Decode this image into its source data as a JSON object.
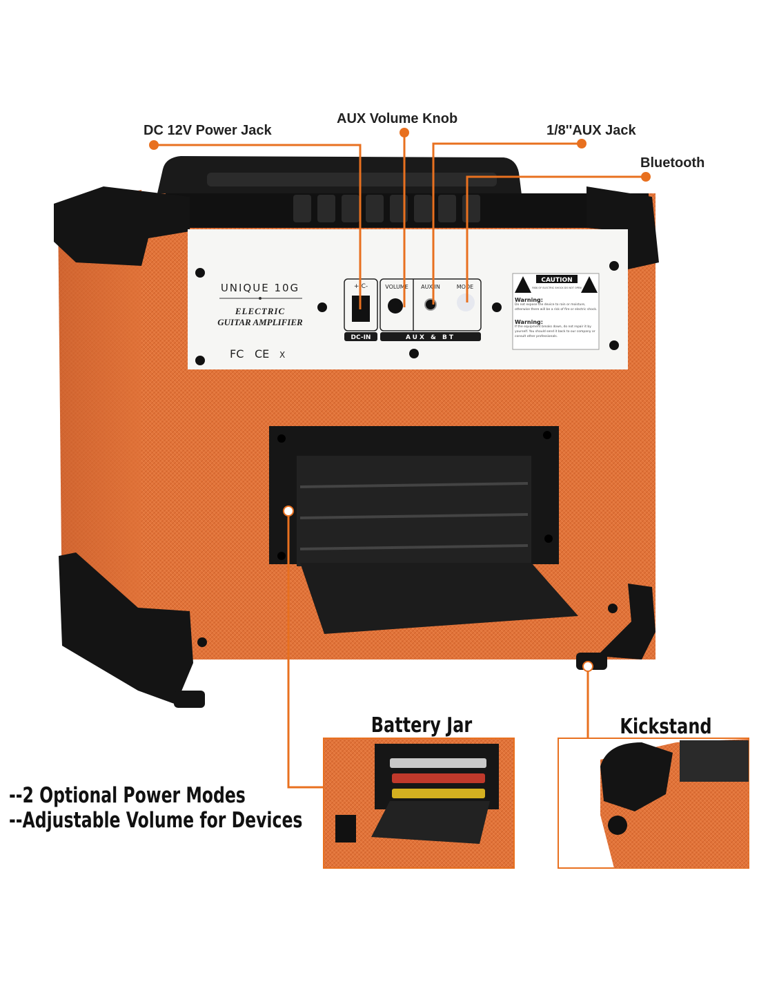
{
  "callouts": {
    "dc_jack": "DC 12V Power Jack",
    "aux_knob": "AUX Volume Knob",
    "aux_jack": "1/8''AUX Jack",
    "bluetooth": "Bluetooth"
  },
  "panel": {
    "model": "UNIQUE 10G",
    "subtitle_1": "ELECTRIC",
    "subtitle_2": "GUITAR AMPLIFIER",
    "certifications": [
      "FC",
      "CE",
      "X"
    ],
    "dc_in_label": "DC-IN",
    "dc_polarity": "+-C-",
    "volume_label": "VOLUME",
    "aux_in_label": "AUX IN",
    "mode_label": "MODE",
    "aux_bt_label": "AUX & BT",
    "caution_title": "CAUTION",
    "caution_sub": "RISK OF ELECTRIC SHOCK DO NOT OPEN",
    "warning_1_title": "Warning:",
    "warning_1": "Do not expose the device to rain or moisture, otherwise there will be a risk of fire or electric shock.",
    "warning_2_title": "Warning:",
    "warning_2": "If the equipment breaks down, do not repair it by yourself. You should send it back to our company or consult other professionals."
  },
  "insets": {
    "battery_title": "Battery Jar",
    "kickstand_title": "Kickstand"
  },
  "features": [
    "--2 Optional Power Modes",
    "--Adjustable Volume for Devices"
  ],
  "colors": {
    "accent": "#e8701f",
    "tolex": "#e2743a"
  }
}
